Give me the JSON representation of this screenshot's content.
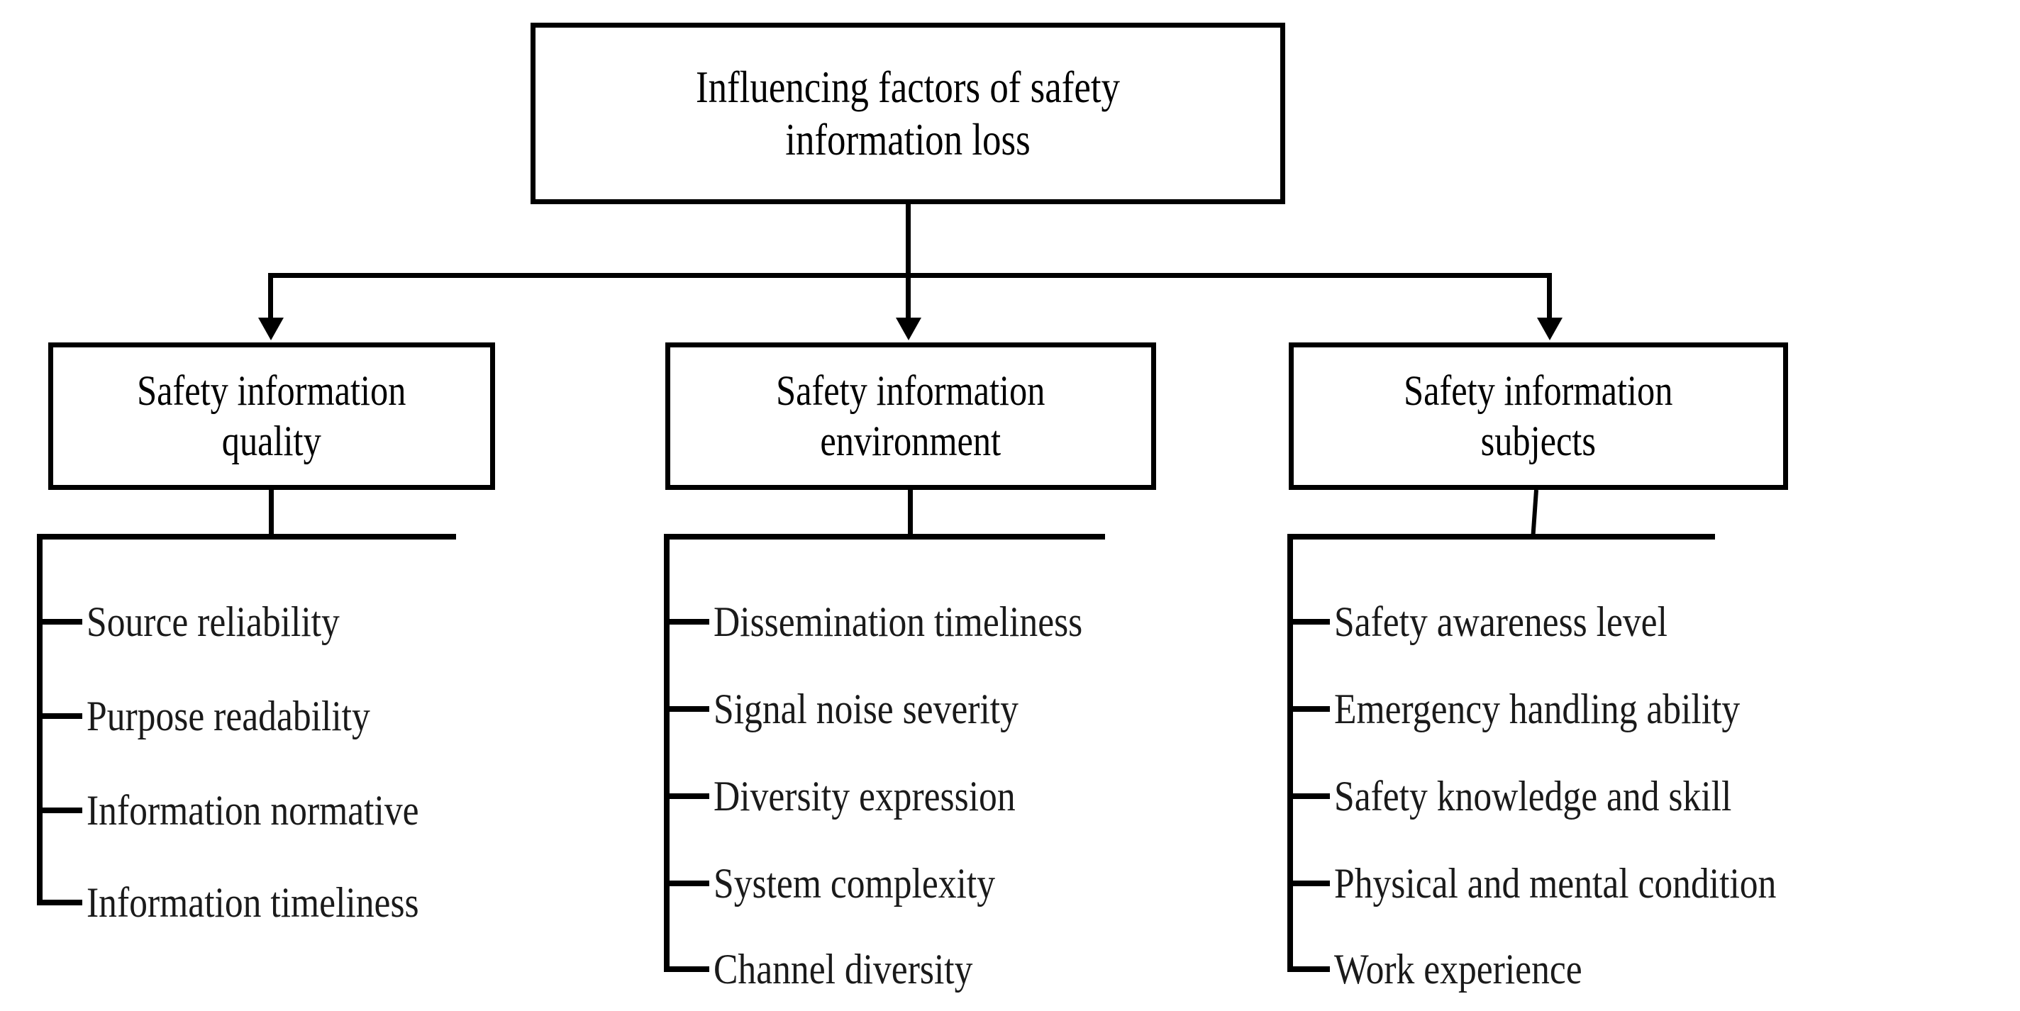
{
  "diagram": {
    "title": "Influencing factors of safety information loss",
    "type": "hierarchy-tree",
    "root": {
      "label": "Influencing factors of safety\ninformation loss"
    },
    "categories": [
      {
        "label": "Safety information\nquality",
        "items": [
          "Source reliability",
          "Purpose readability",
          "Information normative",
          "Information timeliness"
        ]
      },
      {
        "label": "Safety information\nenvironment",
        "items": [
          "Dissemination timeliness",
          "Signal noise severity",
          "Diversity expression",
          "System complexity",
          "Channel diversity"
        ]
      },
      {
        "label": "Safety information\nsubjects",
        "items": [
          "Safety awareness level",
          "Emergency handling ability",
          "Safety knowledge and skill",
          "Physical and mental condition",
          "Work experience"
        ]
      }
    ],
    "colors": {
      "stroke": "#000000",
      "text": "#000000",
      "background": "#ffffff"
    }
  }
}
